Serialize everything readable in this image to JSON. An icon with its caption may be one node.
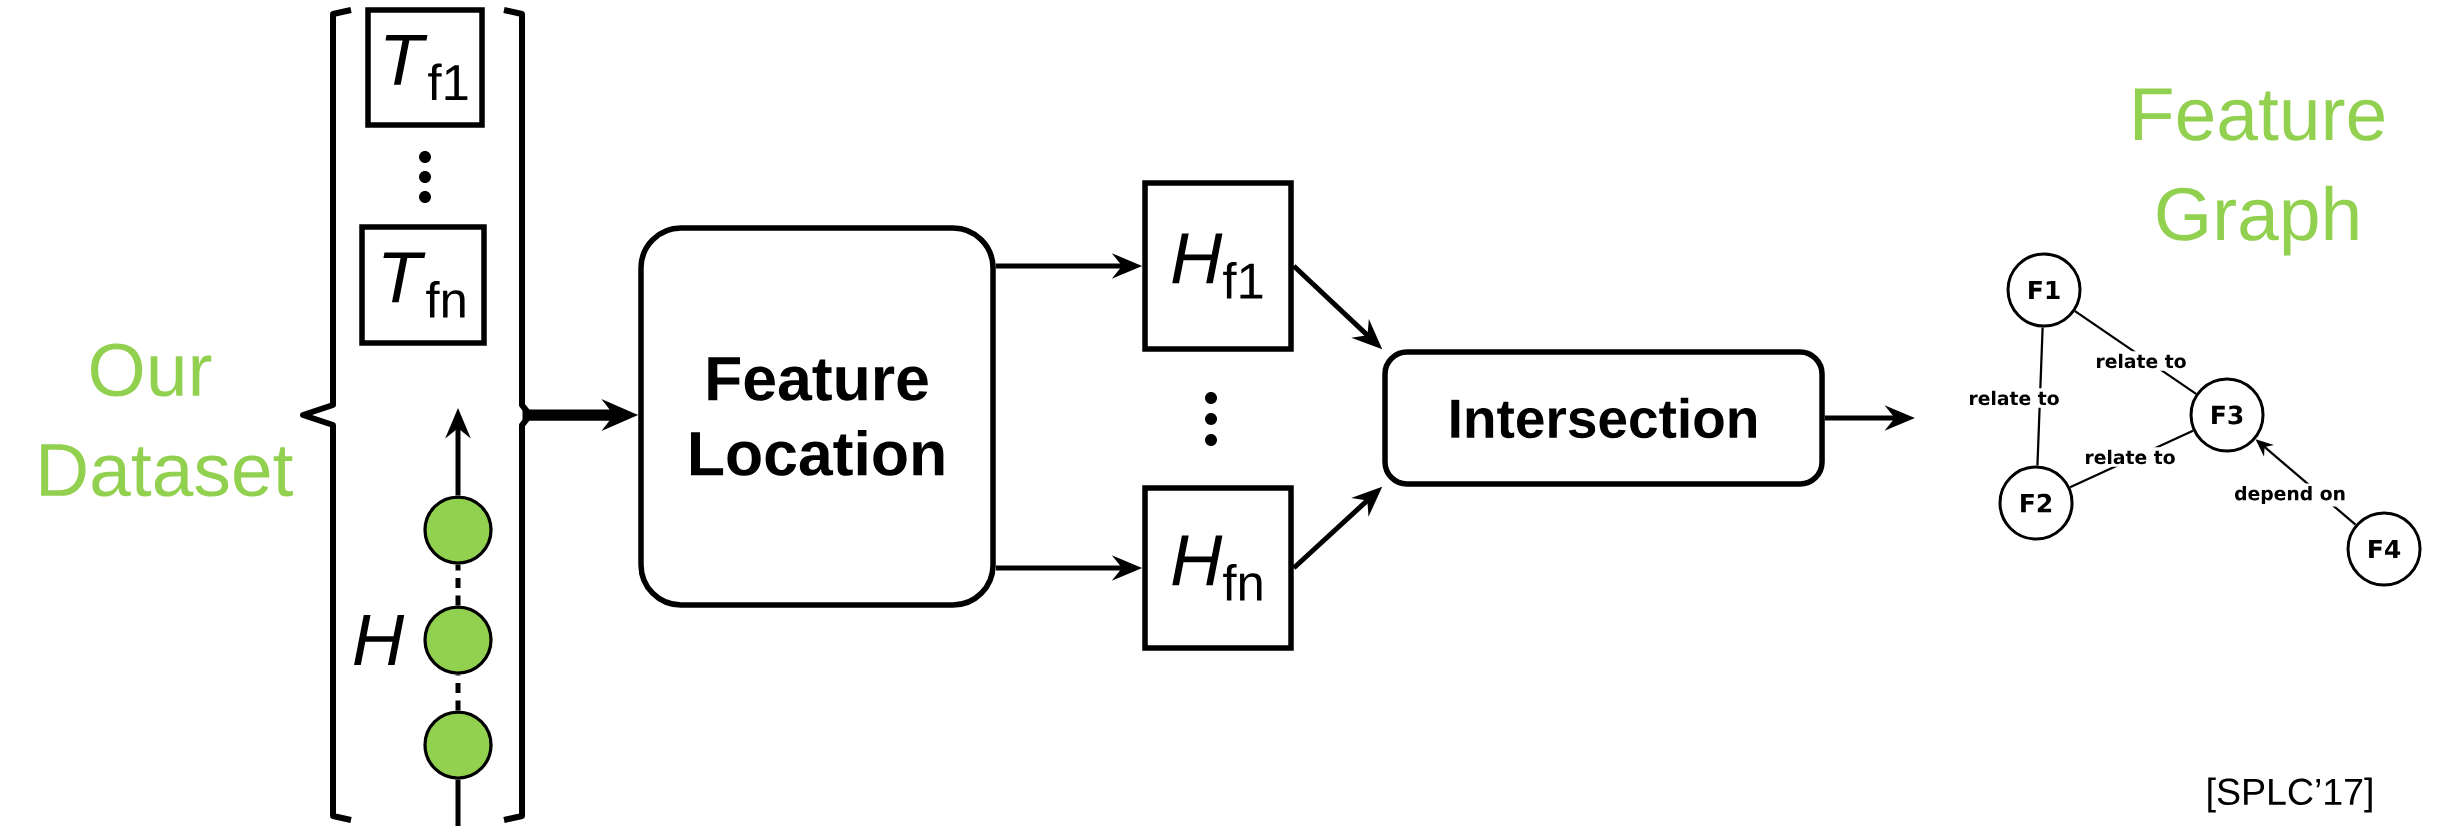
{
  "diagram": {
    "nodes": [
      {
        "text": [],
        "shape": "bracket"
      },
      {
        "text": [
          "*T*$_{f1}$"
        ],
        "in": 0
      },
      {
        "text": [
          "*T*$_{fn}$"
        ],
        "in": 0
      },
      {
        "text": [],
        "shape": "circle",
        "in": 0
      },
      {
        "text": [],
        "shape": "circle",
        "in": 0,
        "beside": [
          "H"
        ]
      },
      {
        "text": [],
        "shape": "circle",
        "in": 0
      },
      {
        "text": [
          "Feature Location"
        ]
      },
      {
        "text": [
          "*H*$_{f1}$"
        ]
      },
      {
        "text": [
          "*H*$_{fn}$"
        ]
      },
      {
        "text": [
          "Intersection"
        ]
      },
      {
        "text": [
          "F1"
        ]
      },
      {
        "text": [
          "F2"
        ]
      },
      {
        "text": [
          "F3"
        ]
      },
      {
        "text": [
          "F4"
        ]
      }
    ],
    "edges": [
      {
        "from": 5,
        "to": 4,
        "arrow": "none",
        "style": "dashed"
      },
      {
        "from": 4,
        "to": 3,
        "arrow": "none",
        "style": "dashed"
      },
      {
        "from": 3,
        "to": null,
        "arrow": "to"
      },
      {
        "from": null,
        "to": 5,
        "arrow": "none"
      },
      {
        "from": 0,
        "to": 6,
        "arrow": "to",
        "style": "thick"
      },
      {
        "from": 6,
        "to": 7,
        "arrow": "to"
      },
      {
        "from": 6,
        "to": 8,
        "arrow": "to"
      },
      {
        "from": 7,
        "to": 9,
        "arrow": "to"
      },
      {
        "from": 8,
        "to": 9,
        "arrow": "to"
      },
      {
        "from": 9,
        "to": null,
        "arrow": "to"
      },
      {
        "from": 10,
        "to": 11,
        "arrow": "none",
        "label": "relate to"
      },
      {
        "from": 10,
        "to": 12,
        "arrow": "none",
        "label": "relate to"
      },
      {
        "from": 11,
        "to": 12,
        "arrow": "none",
        "label": "relate to"
      },
      {
        "from": 13,
        "to": 12,
        "arrow": "to",
        "label": "depend on"
      }
    ],
    "labels": [
      "Our Dataset",
      "Feature Graph",
      "[SPLC’17]"
    ]
  }
}
